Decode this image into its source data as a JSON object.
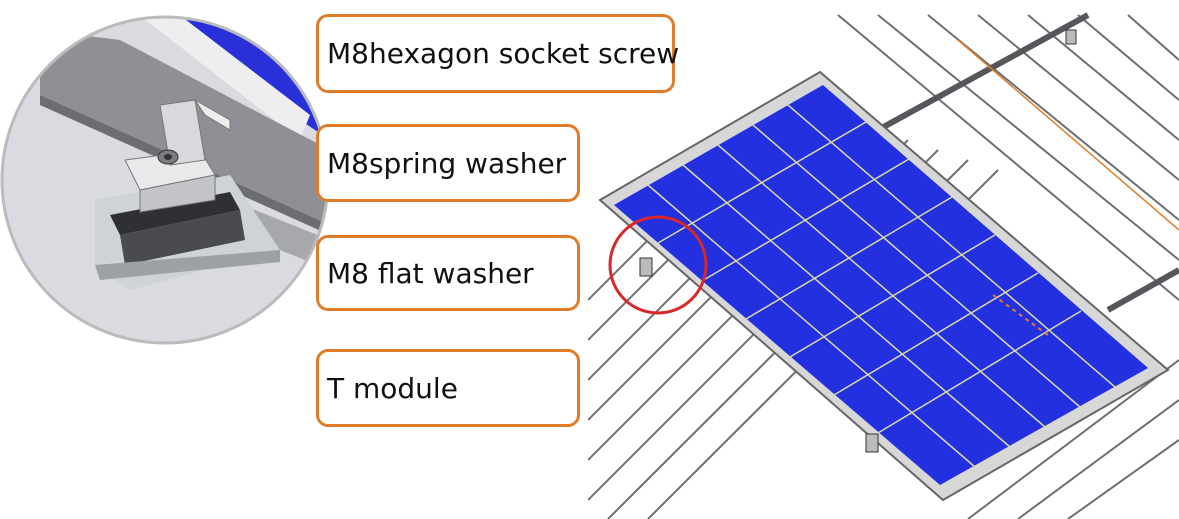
{
  "labels": {
    "hex_screw": "M8hexagon socket screw",
    "spring_washer": "M8spring washer",
    "flat_washer": "M8 flat washer",
    "t_module": "T module"
  },
  "colors": {
    "label_border": "#e07d2a",
    "panel_cell": "#1f2ae0",
    "highlight_circle": "#d9282a",
    "frame": "#c8c8c8"
  }
}
